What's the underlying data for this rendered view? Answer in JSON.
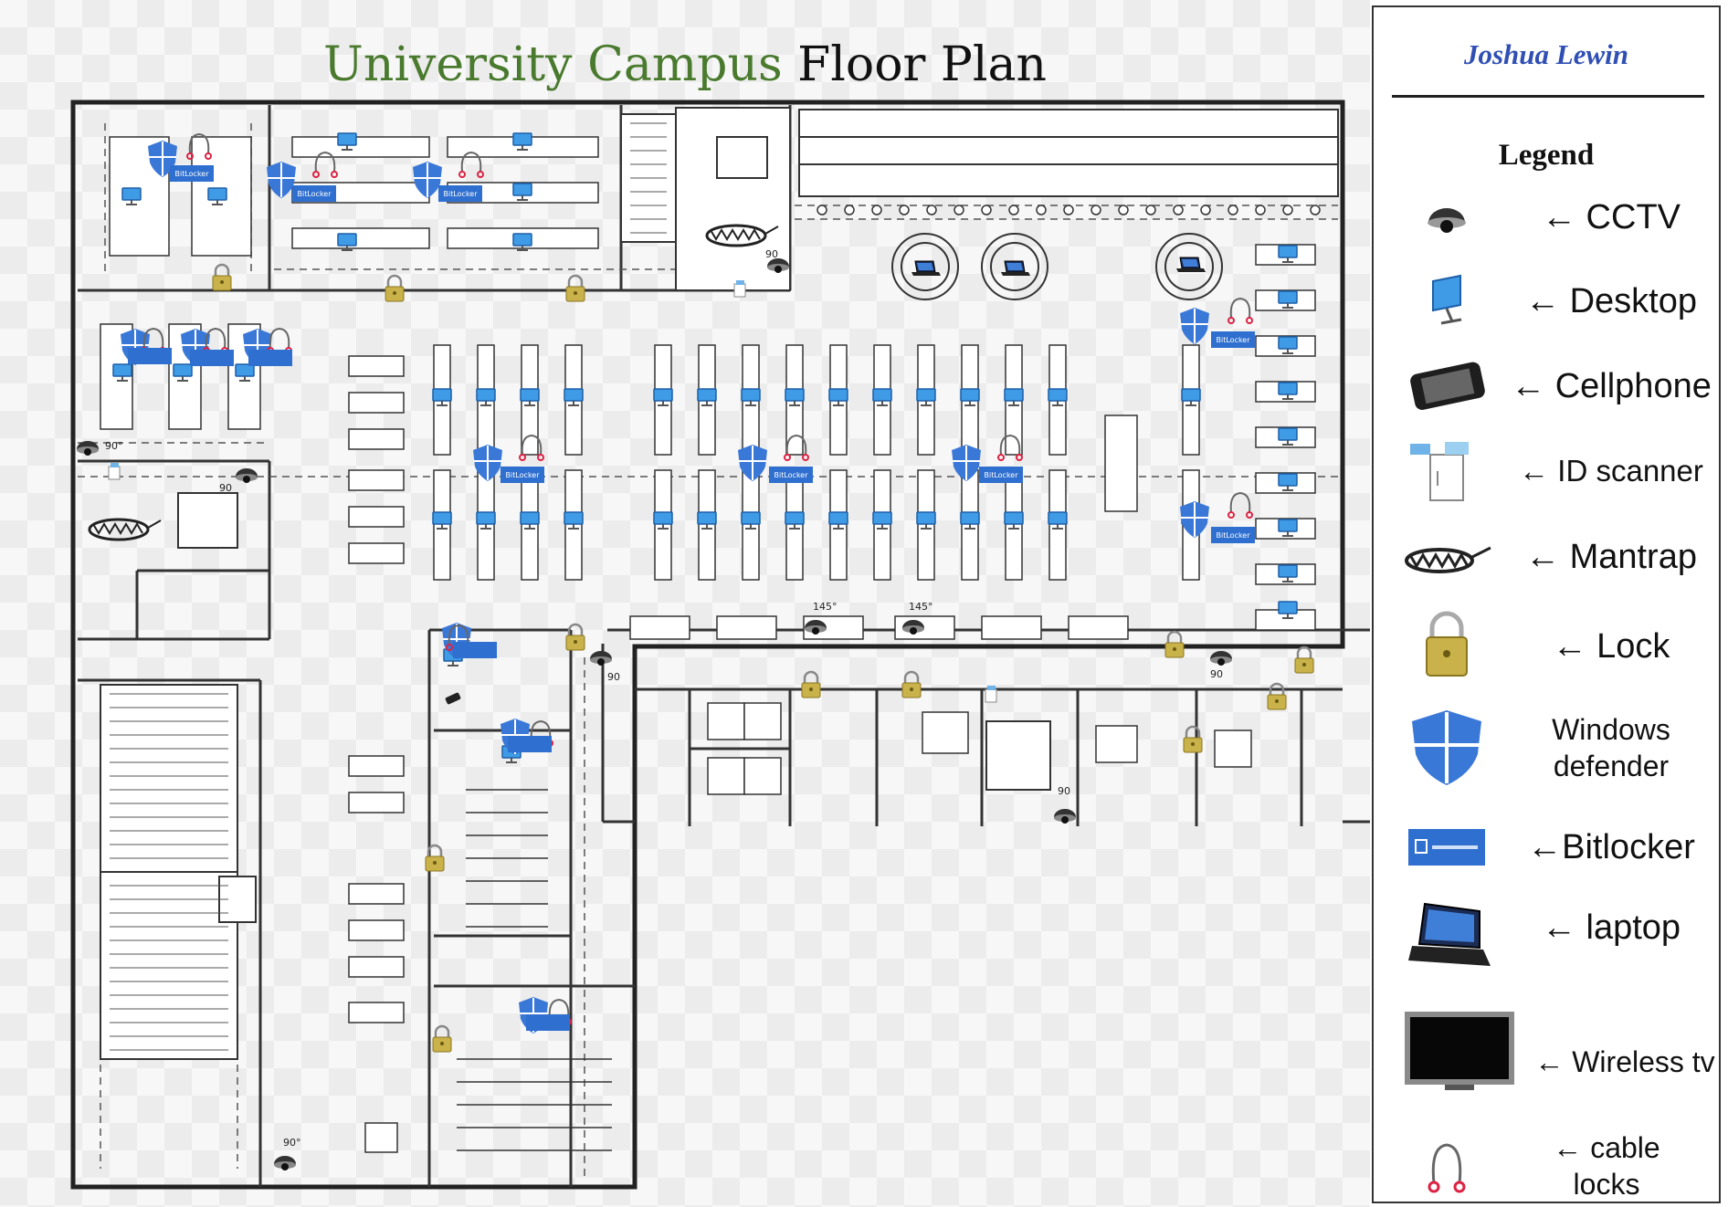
{
  "title": {
    "primary": "University Campus",
    "secondary": "Floor Plan"
  },
  "plan_labels": {
    "bitlocker": "BitLocker",
    "angle_90": "90°",
    "angle_145": "145°",
    "angle_90_rotated": "90"
  },
  "author": "Joshua Lewin",
  "legend": {
    "heading": "Legend",
    "items": [
      {
        "icon": "cctv-icon",
        "label": "← CCTV"
      },
      {
        "icon": "desktop-icon",
        "label": "← Desktop"
      },
      {
        "icon": "cellphone-icon",
        "label": "← Cellphone"
      },
      {
        "icon": "id-scanner-icon",
        "label": "← ID scanner"
      },
      {
        "icon": "mantrap-icon",
        "label": "← Mantrap"
      },
      {
        "icon": "lock-icon",
        "label": "← Lock"
      },
      {
        "icon": "windows-defender-icon",
        "label": "Windows defender"
      },
      {
        "icon": "bitlocker-icon",
        "label": "←Bitlocker"
      },
      {
        "icon": "laptop-icon",
        "label": "← laptop"
      },
      {
        "icon": "wireless-tv-icon",
        "label": "← Wireless tv"
      },
      {
        "icon": "cable-lock-icon",
        "label": "← cable locks"
      }
    ]
  },
  "colors": {
    "title_green": "#4a7a2e",
    "author_blue": "#2f4fb4",
    "defender_blue": "#3a78d8",
    "lock_gold": "#c9b24a",
    "wall": "#222222"
  }
}
